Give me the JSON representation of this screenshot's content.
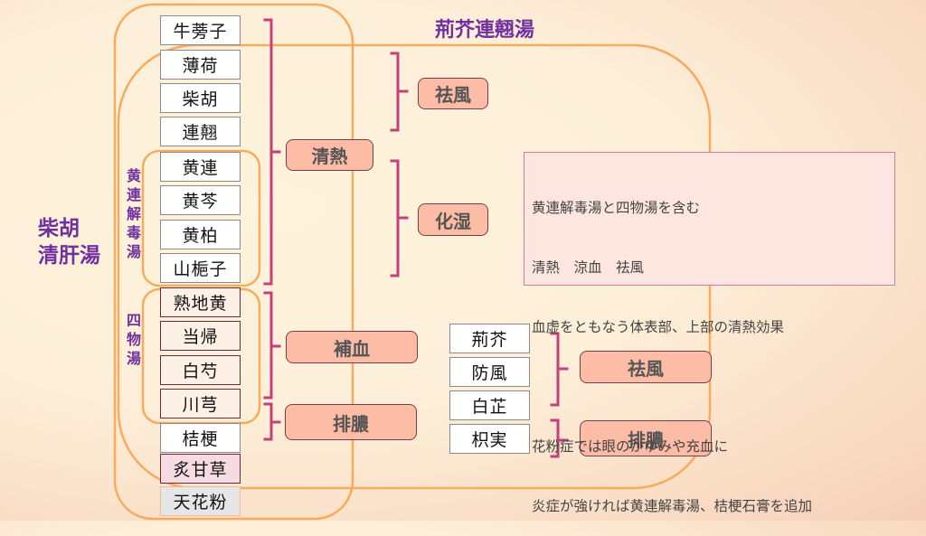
{
  "titles": {
    "saiko_seikanto": "柴胡\n清肝湯",
    "saiko_seikanto_line1": "柴胡",
    "saiko_seikanto_line2": "清肝湯",
    "keigai_rengyoto": "荊芥連翹湯",
    "oren_gedokuto": "黄連解毒湯",
    "shimotsuto": "四物湯"
  },
  "vertical_titles": {
    "oren_gedokuto_chars": [
      "黄",
      "連",
      "解",
      "毒",
      "湯"
    ],
    "shimotsuto_chars": [
      "四",
      "物",
      "湯"
    ]
  },
  "herbs_left": [
    {
      "name": "牛蒡子",
      "group": "plain"
    },
    {
      "name": "薄荷",
      "group": "plain"
    },
    {
      "name": "柴胡",
      "group": "plain"
    },
    {
      "name": "連翹",
      "group": "plain"
    },
    {
      "name": "黄連",
      "group": "oren"
    },
    {
      "name": "黄芩",
      "group": "oren"
    },
    {
      "name": "黄柏",
      "group": "oren"
    },
    {
      "name": "山梔子",
      "group": "oren"
    },
    {
      "name": "熟地黄",
      "group": "shimotsu"
    },
    {
      "name": "当帰",
      "group": "shimotsu"
    },
    {
      "name": "白芍",
      "group": "shimotsu"
    },
    {
      "name": "川芎",
      "group": "shimotsu"
    },
    {
      "name": "桔梗",
      "group": "plain"
    },
    {
      "name": "炙甘草",
      "group": "kanzo"
    },
    {
      "name": "天花粉",
      "group": "tenka"
    }
  ],
  "herbs_right": [
    "荊芥",
    "防風",
    "白芷",
    "枳実"
  ],
  "actions": {
    "seinetsu": "清熱",
    "kyofu_top": "祛風",
    "kashitsu": "化湿",
    "hoketsu": "補血",
    "hainou_left": "排膿",
    "kyofu_right": "祛風",
    "hainou_right": "排膿"
  },
  "note": {
    "lines": [
      "黄連解毒湯と四物湯を含む",
      "清熱　涼血　祛風",
      "血虚をともなう体表部、上部の清熱効果",
      "",
      "花粉症では眼のかゆみや充血に",
      "炎症が強ければ黄連解毒湯、桔梗石膏を追加"
    ]
  },
  "colors": {
    "title_purple": "#7030a0",
    "frame_orange": "#f8ab5e",
    "bracket_magenta": "#c2417a",
    "action_fill": "#fdbca6"
  }
}
